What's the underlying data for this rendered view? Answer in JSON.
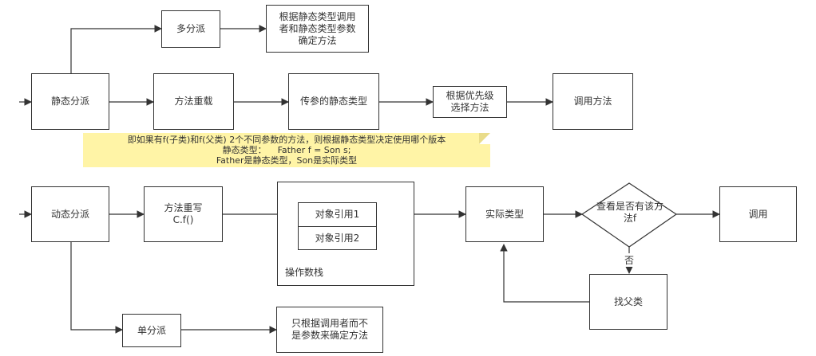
{
  "nodes": {
    "static_dispatch": "静态分派",
    "multi_dispatch": "多分派",
    "multi_dispatch_desc": "根据静态类型调用\n者和静态类型参数\n确定方法",
    "overload": "方法重载",
    "static_param_type": "传参的静态类型",
    "priority_select": "根据优先级\n选择方法",
    "invoke_method": "调用方法",
    "dynamic_dispatch": "动态分派",
    "override": "方法重写\nC.f()",
    "obj_ref_1": "对象引用1",
    "obj_ref_2": "对象引用2",
    "operand_stack": "操作数栈",
    "actual_type": "实际类型",
    "check_method": "查看是否有该方\n法f",
    "invoke": "调用",
    "no_label": "否",
    "find_parent": "找父类",
    "single_dispatch": "单分派",
    "single_dispatch_desc": "只根据调用者而不\n是参数来确定方法"
  },
  "note": {
    "line1": "即如果有f(子类)和f(父类) 2个不同参数的方法，则根据静态类型决定使用哪个版本",
    "line2": "静态类型：    Father f = Son s;",
    "line3": "Father是静态类型，Son是实际类型"
  }
}
